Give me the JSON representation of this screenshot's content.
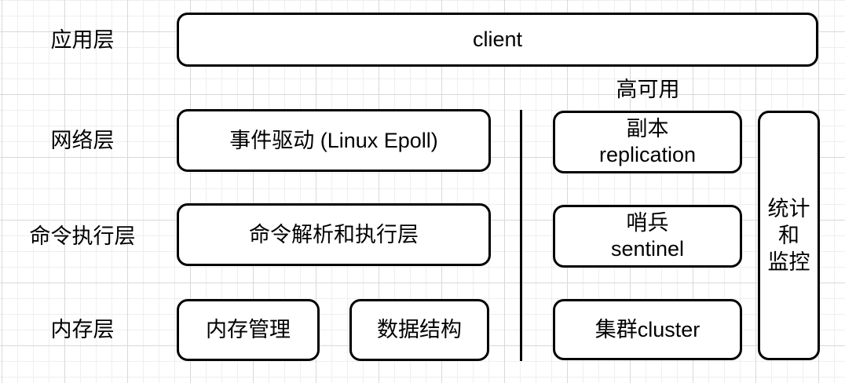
{
  "colors": {
    "stroke": "#000000",
    "background": "#ffffff",
    "grid_minor": "#efefef",
    "grid_major": "#d9d9d9",
    "text": "#000000"
  },
  "layers": [
    {
      "label": "应用层"
    },
    {
      "label": "网络层"
    },
    {
      "label": "命令执行层"
    },
    {
      "label": "内存层"
    }
  ],
  "client": {
    "label": "client"
  },
  "core": {
    "event_driven": {
      "label": "事件驱动 (Linux Epoll)"
    },
    "command_exec": {
      "label": "命令解析和执行层"
    },
    "memory_management": {
      "label": "内存管理"
    },
    "data_structure": {
      "label": "数据结构"
    }
  },
  "high_availability": {
    "title": "高可用",
    "replication": {
      "title": "副本",
      "subtitle": "replication"
    },
    "sentinel": {
      "title": "哨兵",
      "subtitle": "sentinel"
    },
    "cluster": {
      "label": "集群cluster"
    },
    "stats": {
      "lines": [
        "统计",
        "和",
        "监控"
      ]
    }
  }
}
